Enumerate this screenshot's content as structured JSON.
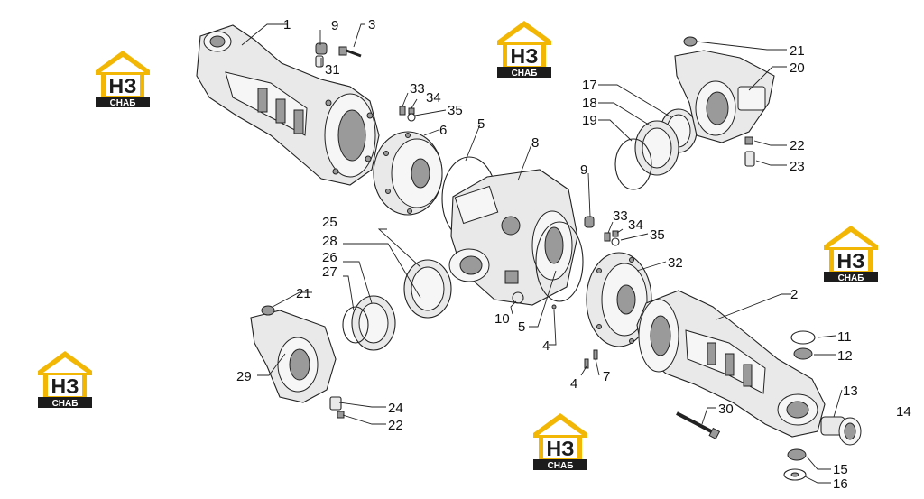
{
  "logo": {
    "letters": "НЗ",
    "caption": "СНАБ",
    "colors": {
      "roof": "#f2b705",
      "box": "#1c1c1c",
      "text": "#ffffff"
    }
  },
  "callouts": [
    "1",
    "2",
    "3",
    "4",
    "4",
    "5",
    "5",
    "6",
    "7",
    "8",
    "9",
    "9",
    "10",
    "11",
    "12",
    "13",
    "14",
    "15",
    "16",
    "17",
    "18",
    "19",
    "20",
    "21",
    "21",
    "22",
    "22",
    "23",
    "24",
    "25",
    "26",
    "27",
    "28",
    "29",
    "30",
    "31",
    "32",
    "33",
    "33",
    "34",
    "34",
    "35",
    "35"
  ]
}
